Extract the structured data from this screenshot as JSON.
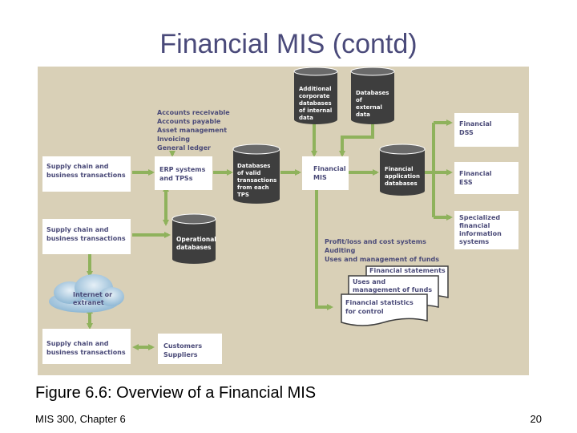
{
  "slide": {
    "title": "Financial MIS (contd)",
    "caption": "Figure 6.6: Overview of a Financial MIS",
    "footer_left": "MIS 300, Chapter 6",
    "page_number": "20"
  },
  "diagram": {
    "supply_chain_1": [
      "Supply chain and",
      "business transactions"
    ],
    "supply_chain_2": [
      "Supply chain and",
      "business transactions"
    ],
    "supply_chain_3": [
      "Supply chain and",
      "business transactions"
    ],
    "internet": [
      "Internet or",
      "extranet"
    ],
    "customers": [
      "Customers",
      "Suppliers"
    ],
    "erp": [
      "ERP systems",
      "and TPSs"
    ],
    "tps_functions": [
      "Accounts receivable",
      "Accounts payable",
      "Asset management",
      "Invoicing",
      "General ledger"
    ],
    "operational_db": [
      "Operational",
      "databases"
    ],
    "valid_tx_db": [
      "Databases",
      "of valid",
      "transactions",
      "from each",
      "TPS"
    ],
    "additional_db": [
      "Additional",
      "corporate",
      "databases",
      "of internal",
      "data"
    ],
    "external_db": [
      "Databases",
      "of",
      "external",
      "data"
    ],
    "financial_mis": [
      "Financial",
      "MIS"
    ],
    "app_db": [
      "Financial",
      "application",
      "databases"
    ],
    "dss": [
      "Financial",
      "DSS"
    ],
    "ess": [
      "Financial",
      "ESS"
    ],
    "specialized": [
      "Specialized",
      "financial",
      "information",
      "systems"
    ],
    "mis_functions": [
      "Profit/loss and cost systems",
      "Auditing",
      "Uses and management of funds"
    ],
    "report_1": [
      "Financial statements"
    ],
    "report_2": [
      "Uses and",
      "management of funds"
    ],
    "report_3": [
      "Financial statistics",
      "for control"
    ]
  },
  "colors": {
    "background": "#d9d0b7",
    "arrow": "#8fb25c",
    "database": "#3e3e3e",
    "box": "#ffffff",
    "text": "#4a4a78"
  }
}
